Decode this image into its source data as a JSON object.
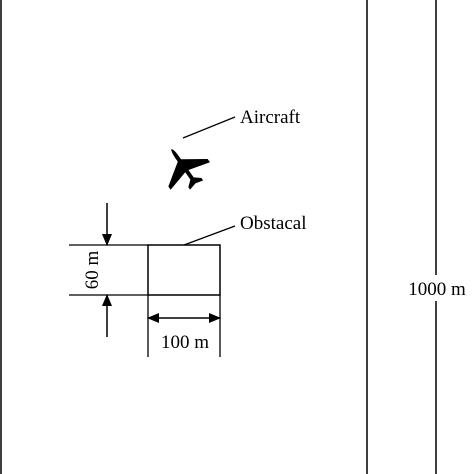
{
  "labels": {
    "aircraft": "Aircraft",
    "obstacle": "Obstacal",
    "obstacle_height": "60 m",
    "obstacle_width": "100 m",
    "field_length": "1000 m"
  },
  "icons": {
    "aircraft": "airplane-icon"
  },
  "colors": {
    "stroke": "#000000",
    "background": "#ffffff"
  }
}
